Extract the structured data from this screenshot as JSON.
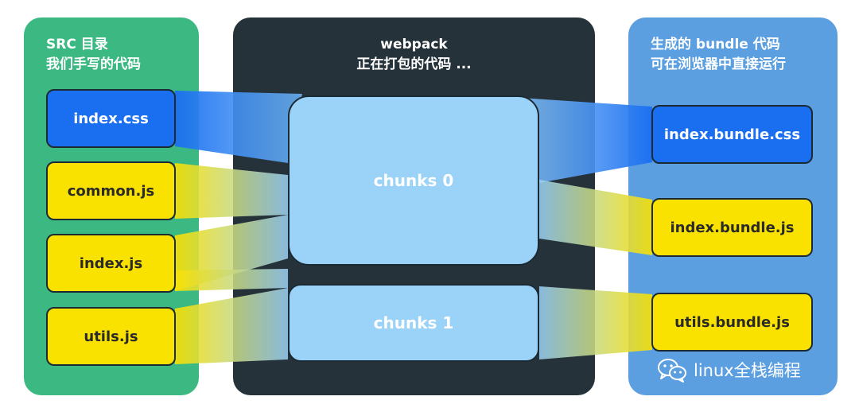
{
  "src_panel": {
    "title_line1": "SRC 目录",
    "title_line2": "我们手写的代码",
    "files": [
      "index.css",
      "common.js",
      "index.js",
      "utils.js"
    ]
  },
  "webpack_panel": {
    "title_line1": "webpack",
    "title_line2": "正在打包的代码 ...",
    "chunks": [
      "chunks 0",
      "chunks 1"
    ]
  },
  "bundle_panel": {
    "title_line1": "生成的 bundle 代码",
    "title_line2": "可在浏览器中直接运行",
    "files": [
      "index.bundle.css",
      "index.bundle.js",
      "utils.bundle.js"
    ]
  },
  "watermark": {
    "icon": "wechat-icon",
    "text": "linux全栈编程"
  },
  "colors": {
    "src_panel": "#3cb982",
    "webpack_panel": "#25323a",
    "bundle_panel": "#5b9fe0",
    "css_file": "#1a6ef0",
    "js_file": "#f9e100",
    "chunk": "#9bd2f8"
  }
}
